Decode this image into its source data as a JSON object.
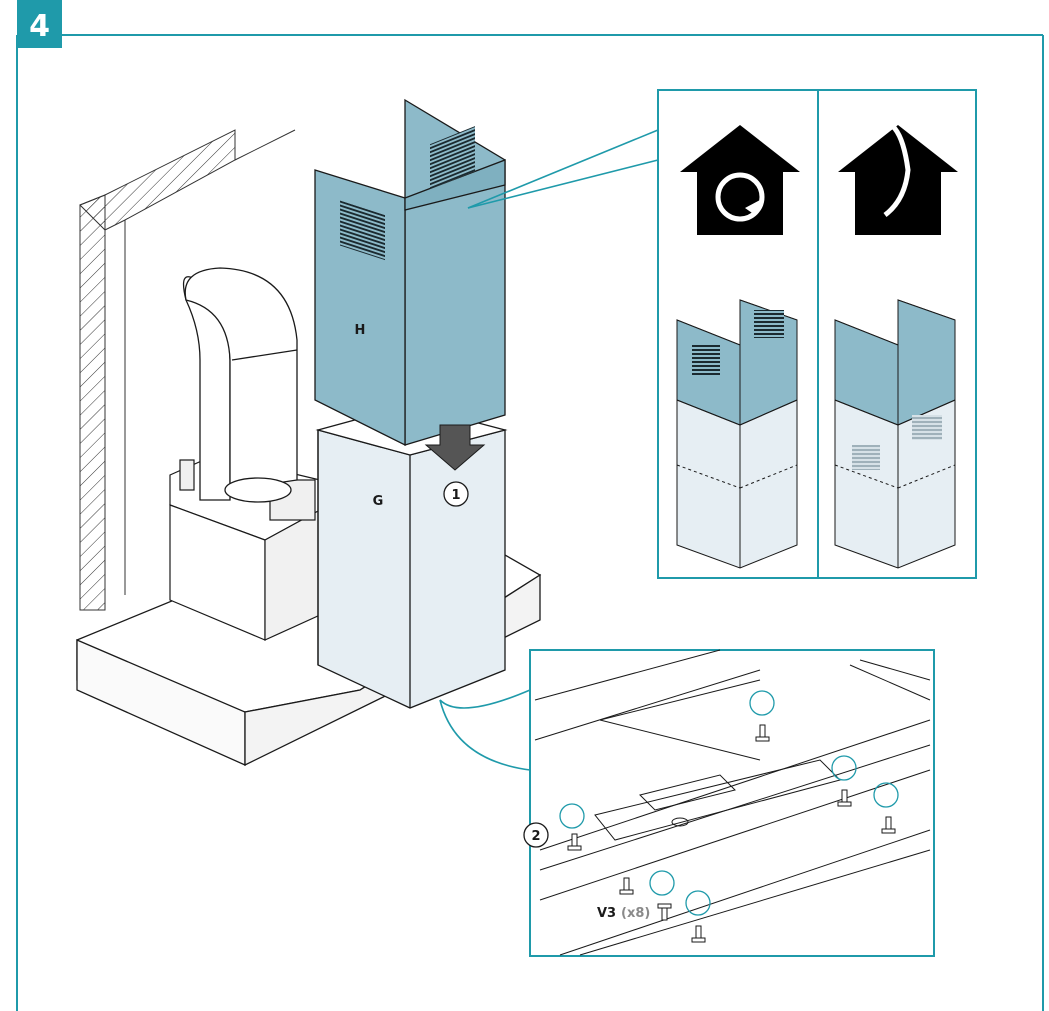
{
  "step": {
    "number": "4"
  },
  "parts": {
    "upper_chimney": "H",
    "lower_chimney": "G"
  },
  "callouts": {
    "one": "1",
    "two": "2"
  },
  "screws": {
    "code": "V3",
    "qty": "(x8)"
  },
  "colors": {
    "accent": "#1f9aaa",
    "panel": "#8dbac9",
    "panel_light": "#e6eef3",
    "line": "#1a1a1a"
  },
  "icons": {
    "recirculation": "house-recirculation-icon",
    "extraction": "house-extraction-icon",
    "arrow": "down-arrow-icon"
  }
}
